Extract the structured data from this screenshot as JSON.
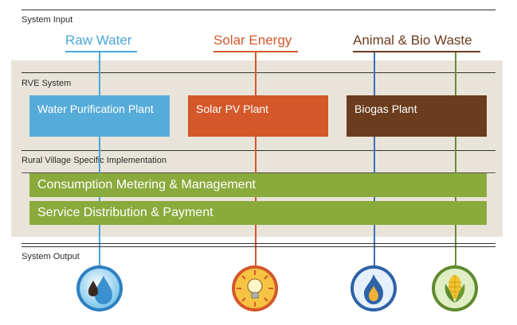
{
  "sections": {
    "input": "System Input",
    "rve": "RVE System",
    "rural": "Rural Village Specific Implementation",
    "output": "System Output"
  },
  "inputs": [
    {
      "label": "Raw Water",
      "color": "#4aa6d8"
    },
    {
      "label": "Solar Energy",
      "color": "#d4582a"
    },
    {
      "label": "Animal & Bio Waste",
      "color": "#6b3c1e"
    }
  ],
  "plants": [
    {
      "label": "Water Purification Plant",
      "color": "#56acd9"
    },
    {
      "label": "Solar PV Plant",
      "color": "#d4582a"
    },
    {
      "label": "Biogas Plant",
      "color": "#6b3c1e"
    }
  ],
  "bars": [
    {
      "label": "Consumption Metering & Management",
      "color": "#8aaa3c"
    },
    {
      "label": "Service Distribution & Payment",
      "color": "#8aaa3c"
    }
  ],
  "outputs": [
    {
      "icon": "water-drop-icon"
    },
    {
      "icon": "light-bulb-icon"
    },
    {
      "icon": "gas-flame-icon"
    },
    {
      "icon": "corn-icon"
    }
  ],
  "colors": {
    "panel": "#e9e4da",
    "green_line": "#6b8a3a"
  }
}
